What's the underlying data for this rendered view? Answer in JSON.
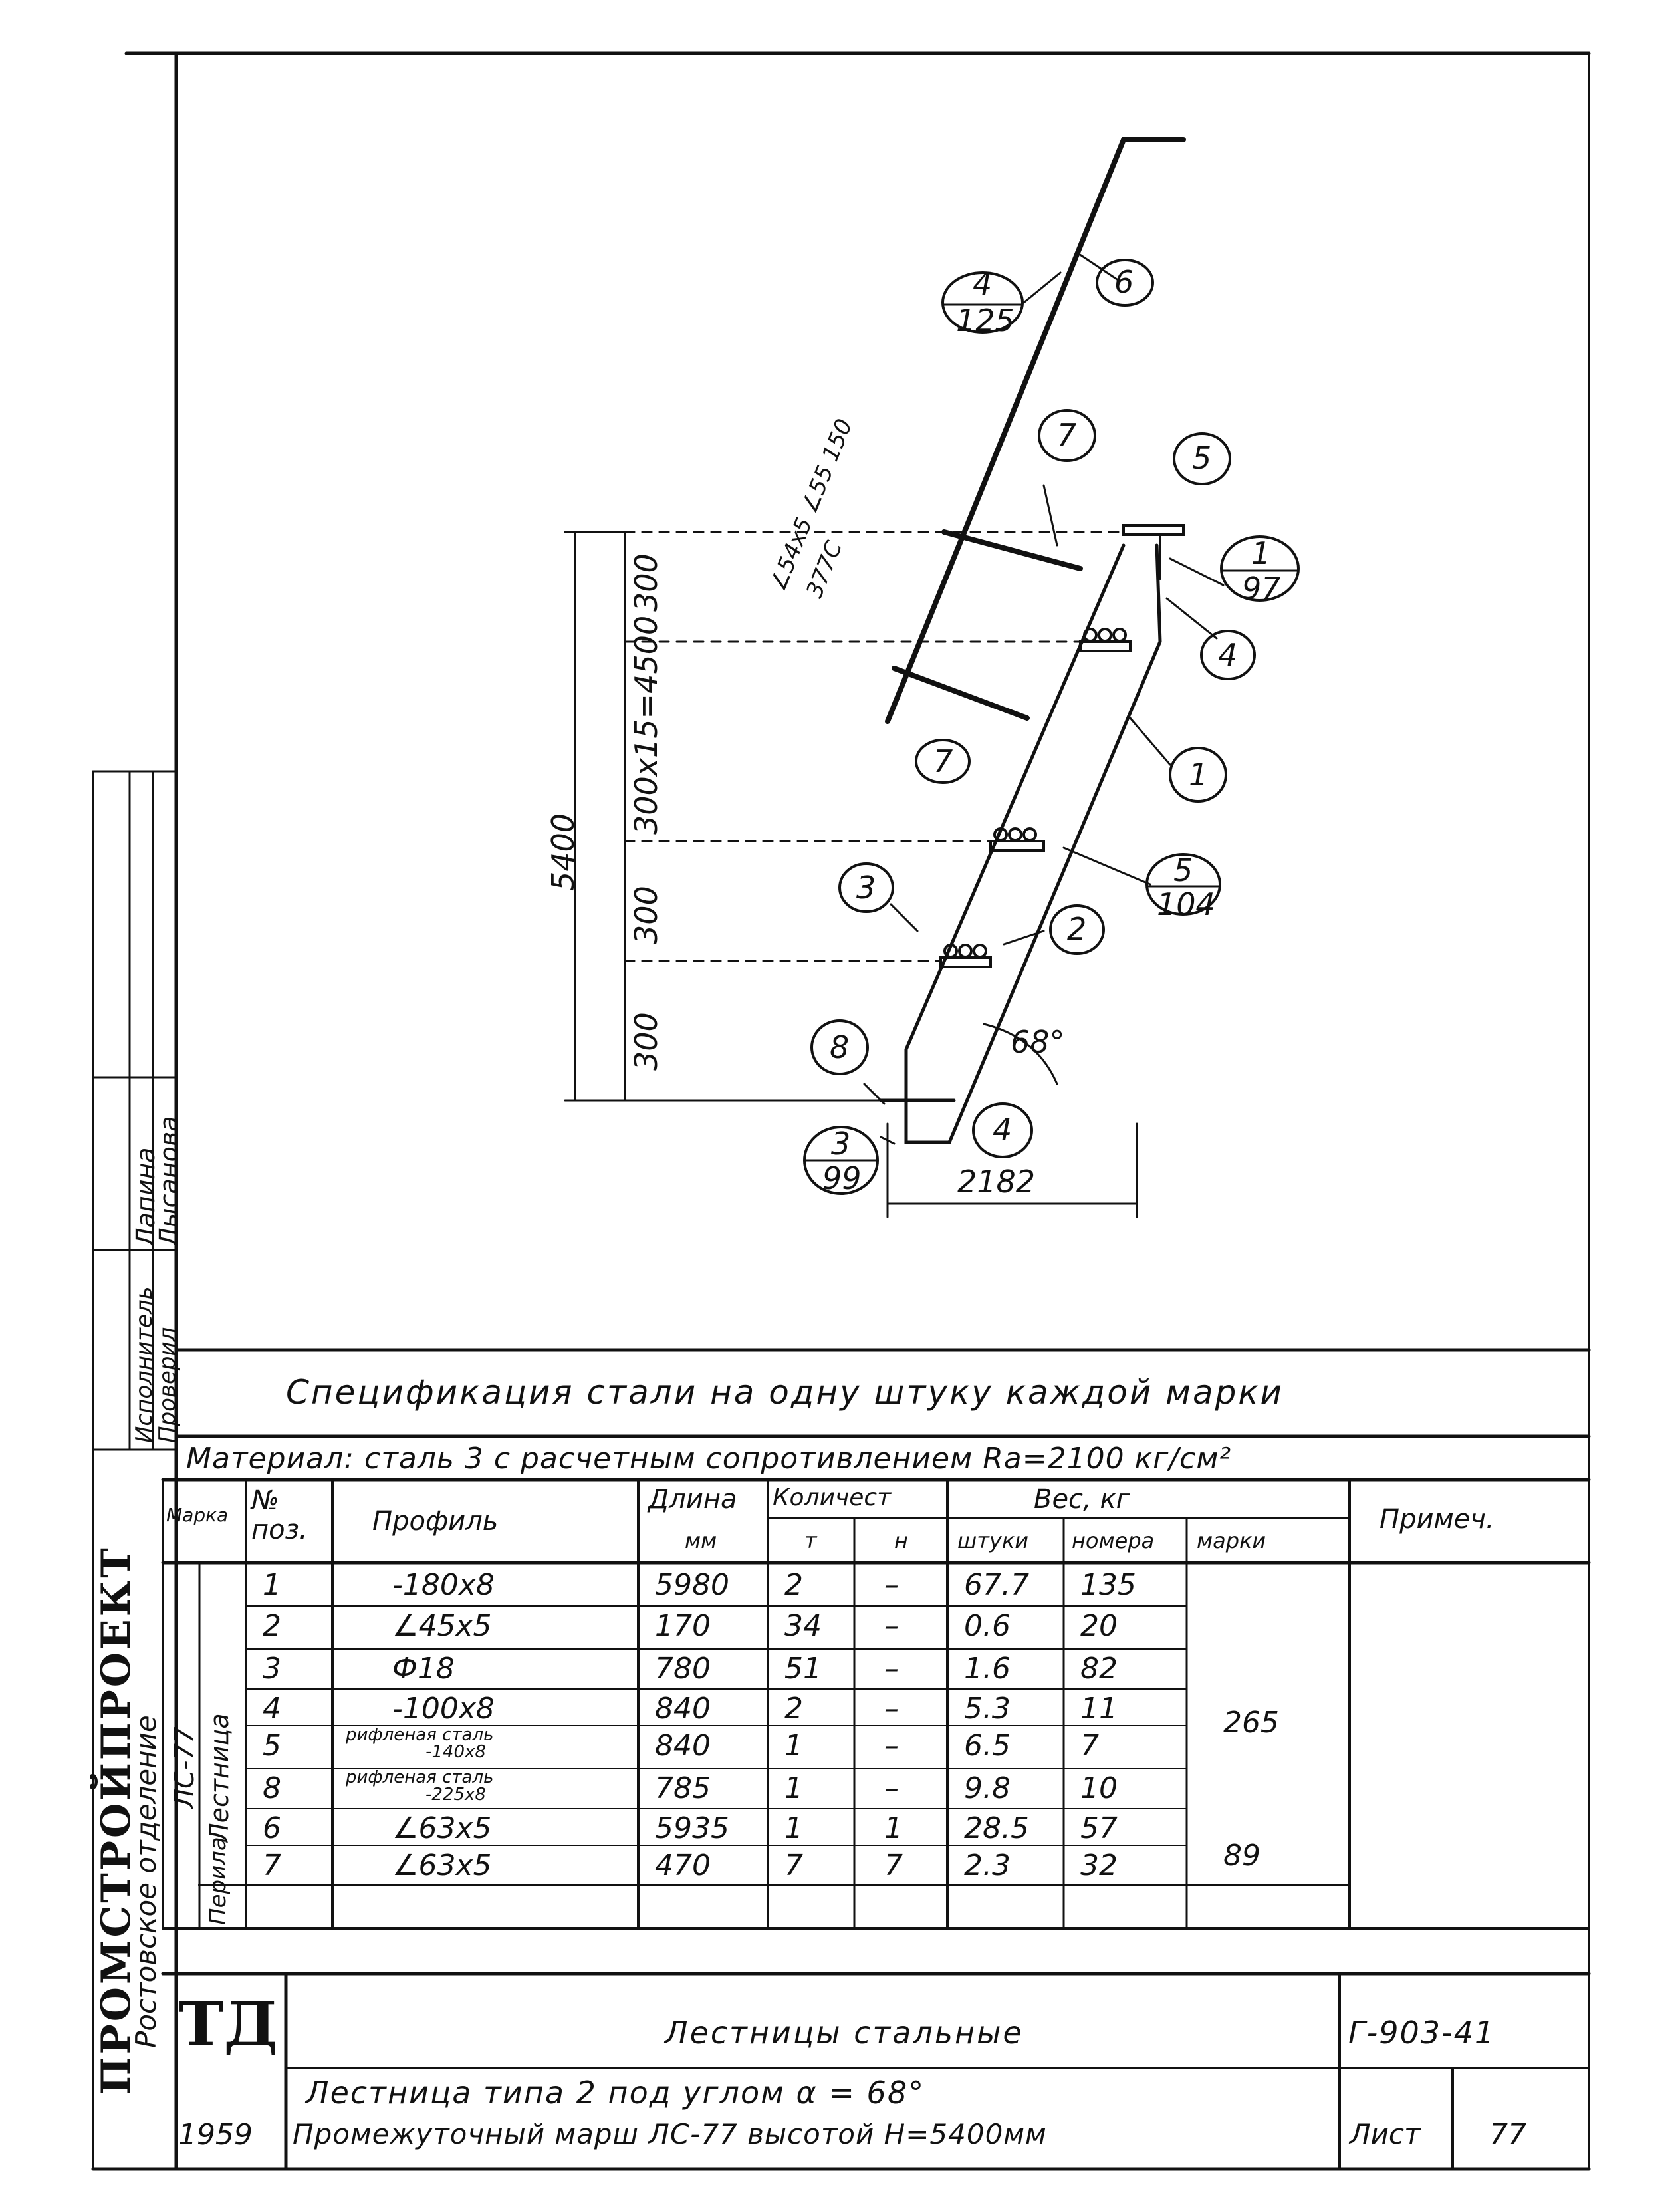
{
  "drawing": {
    "callouts": {
      "c4_125": {
        "num": "4",
        "den": "125"
      },
      "c1_97": {
        "num": "1",
        "den": "97"
      },
      "c5_104": {
        "num": "5",
        "den": "104"
      },
      "c3_99": {
        "num": "3",
        "den": "99"
      },
      "pos6": "6",
      "pos7_top": "7",
      "pos5": "5",
      "pos4_top": "4",
      "pos1": "1",
      "pos7_mid": "7",
      "pos3": "3",
      "pos2": "2",
      "pos8": "8",
      "pos4_bottom": "4"
    },
    "dims": {
      "total_height": "5400",
      "top_step": "300",
      "middle_steps": "300x15=4500",
      "step_a": "300",
      "step_b": "300",
      "width": "2182",
      "angle": "68°",
      "rail_note_1": "∠54x5 ∠55 150",
      "rail_note_2": "377C"
    }
  },
  "side_stamp": {
    "org": "ПРОМСТРОЙПРОЕКТ",
    "branch": "Ростовское отделение",
    "executor_label": "Исполнитель",
    "executor_name": "Лапина",
    "checker_label": "Проверил",
    "checker_name": "Лысанова"
  },
  "spec": {
    "title": "Спецификация стали на одну штуку каждой марки",
    "material": "Материал: сталь 3 с расчетным сопротивлением Ra=2100 кг/см²",
    "headers": {
      "mark": "Марка",
      "pos": "№ поз.",
      "profile": "Профиль",
      "length": "Длина",
      "length_unit": "мм",
      "qty": "Количест",
      "qty_t": "т",
      "qty_n": "н",
      "weight": "Вес, кг",
      "w_piece": "штуки",
      "w_total": "номера",
      "w_mark": "марки",
      "note": "Примеч."
    },
    "mark_name": "ЛС-77",
    "group1_name": "Лестница",
    "group2_name": "Перила",
    "group1_mark_weight": "265",
    "group2_mark_weight": "89",
    "rows": [
      {
        "pos": "1",
        "profile": "-180x8",
        "profile2": "",
        "length": "5980",
        "t": "2",
        "n": "–",
        "piece": "67.7",
        "total": "135"
      },
      {
        "pos": "2",
        "profile": "∠45x5",
        "profile2": "",
        "length": "170",
        "t": "34",
        "n": "–",
        "piece": "0.6",
        "total": "20"
      },
      {
        "pos": "3",
        "profile": "Ф18",
        "profile2": "",
        "length": "780",
        "t": "51",
        "n": "–",
        "piece": "1.6",
        "total": "82"
      },
      {
        "pos": "4",
        "profile": "-100x8",
        "profile2": "",
        "length": "840",
        "t": "2",
        "n": "–",
        "piece": "5.3",
        "total": "11"
      },
      {
        "pos": "5",
        "profile": "рифленая сталь",
        "profile2": "-140x8",
        "length": "840",
        "t": "1",
        "n": "–",
        "piece": "6.5",
        "total": "7"
      },
      {
        "pos": "8",
        "profile": "рифленая сталь",
        "profile2": "-225x8",
        "length": "785",
        "t": "1",
        "n": "–",
        "piece": "9.8",
        "total": "10"
      },
      {
        "pos": "6",
        "profile": "∠63x5",
        "profile2": "",
        "length": "5935",
        "t": "1",
        "n": "1",
        "piece": "28.5",
        "total": "57"
      },
      {
        "pos": "7",
        "profile": "∠63x5",
        "profile2": "",
        "length": "470",
        "t": "7",
        "n": "7",
        "piece": "2.3",
        "total": "32"
      }
    ]
  },
  "title_block": {
    "logo": "ТД",
    "year": "1959",
    "line1": "Лестницы стальные",
    "line2": "Лестница типа 2 под углом α = 68°",
    "line3": "Промежуточный марш ЛС-77 высотой Н=5400мм",
    "code": "Г-903-41",
    "sheet_label": "Лист",
    "sheet_num": "77"
  }
}
